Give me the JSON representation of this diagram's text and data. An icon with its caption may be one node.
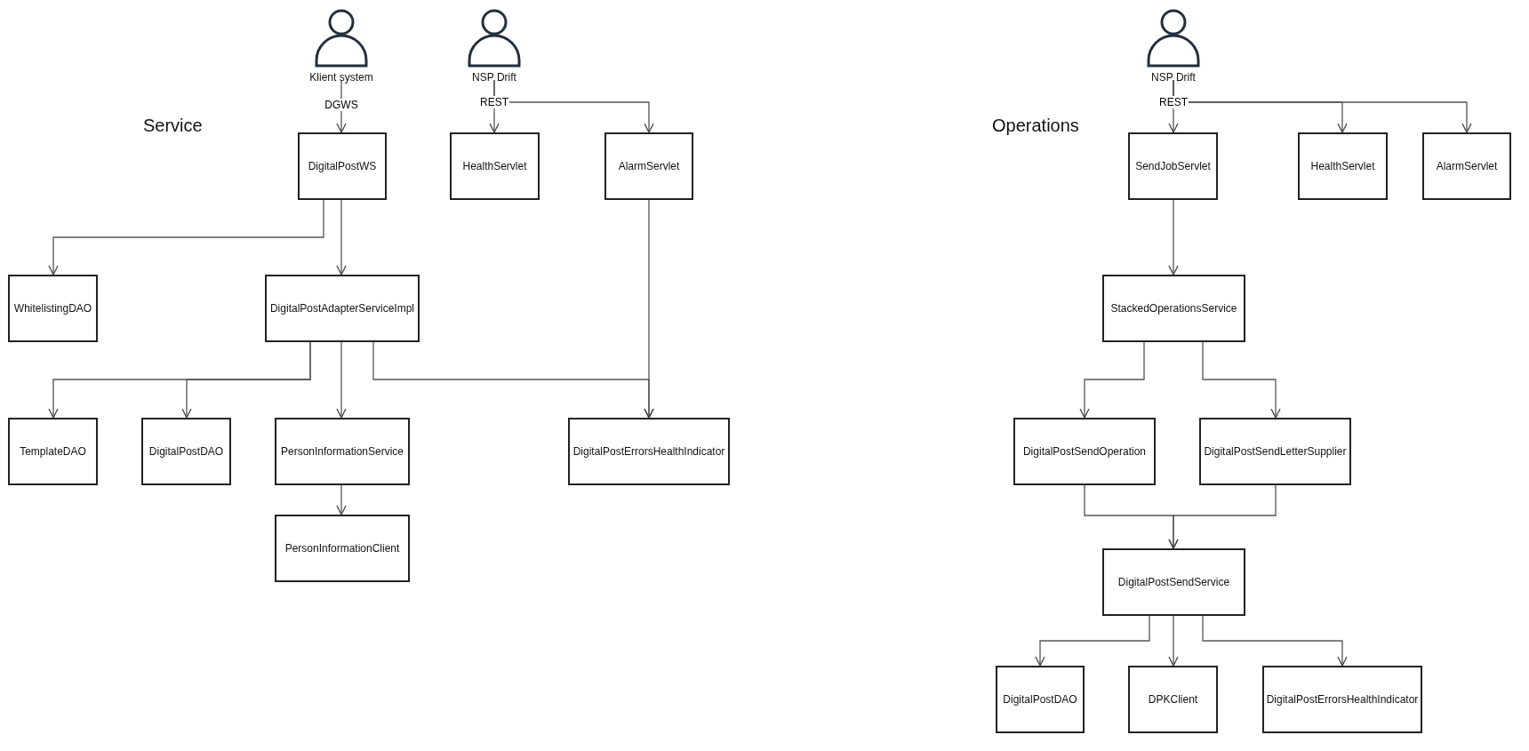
{
  "diagram": {
    "nodes": [
      {
        "text": [
          "Klient system"
        ]
      },
      {
        "text": [
          "NSP Drift"
        ]
      },
      {
        "text": [
          "NSP Drift"
        ]
      },
      {
        "text": [
          "DigitalPostWS"
        ]
      },
      {
        "text": [
          "HealthServlet"
        ]
      },
      {
        "text": [
          "AlarmServlet"
        ]
      },
      {
        "text": [
          "WhitelistingDAO"
        ]
      },
      {
        "text": [
          "DigitalPostAdapterServiceImpl"
        ]
      },
      {
        "text": [
          "TemplateDAO"
        ]
      },
      {
        "text": [
          "DigitalPostDAO"
        ]
      },
      {
        "text": [
          "PersonInformationService"
        ]
      },
      {
        "text": [
          "DigitalPostErrorsHealthIndicator"
        ]
      },
      {
        "text": [
          "PersonInformationClient"
        ]
      },
      {
        "text": [
          "SendJobServlet"
        ]
      },
      {
        "text": [
          "HealthServlet"
        ]
      },
      {
        "text": [
          "AlarmServlet"
        ]
      },
      {
        "text": [
          "StackedOperationsService"
        ]
      },
      {
        "text": [
          "DigitalPostSendOperation"
        ]
      },
      {
        "text": [
          "DigitalPostSendLetterSupplier"
        ]
      },
      {
        "text": [
          "DigitalPostSendService"
        ]
      },
      {
        "text": [
          "DigitalPostDAO"
        ]
      },
      {
        "text": [
          "DPKClient"
        ]
      },
      {
        "text": [
          "DigitalPostErrorsHealthIndicator"
        ]
      }
    ],
    "edges": [
      {
        "from": 0,
        "to": 3,
        "arrow": "to",
        "label": "DGWS"
      },
      {
        "from": 1,
        "to": 4,
        "arrow": "to",
        "label": "REST"
      },
      {
        "from": 1,
        "to": 5,
        "arrow": "to"
      },
      {
        "from": 3,
        "to": 6,
        "arrow": "to"
      },
      {
        "from": 3,
        "to": 7,
        "arrow": "to"
      },
      {
        "from": 7,
        "to": 8,
        "arrow": "to"
      },
      {
        "from": 7,
        "to": 9,
        "arrow": "to"
      },
      {
        "from": 7,
        "to": 10,
        "arrow": "to"
      },
      {
        "from": 7,
        "to": 11,
        "arrow": "to"
      },
      {
        "from": 5,
        "to": 11,
        "arrow": "to"
      },
      {
        "from": 10,
        "to": 12,
        "arrow": "to"
      },
      {
        "from": 2,
        "to": 13,
        "arrow": "to",
        "label": "REST"
      },
      {
        "from": 2,
        "to": 14,
        "arrow": "to"
      },
      {
        "from": 2,
        "to": 15,
        "arrow": "to"
      },
      {
        "from": 13,
        "to": 16,
        "arrow": "to"
      },
      {
        "from": 16,
        "to": 17,
        "arrow": "to"
      },
      {
        "from": 16,
        "to": 18,
        "arrow": "to"
      },
      {
        "from": 17,
        "to": 19,
        "arrow": "to"
      },
      {
        "from": 18,
        "to": 19,
        "arrow": "to"
      },
      {
        "from": 19,
        "to": 20,
        "arrow": "to"
      },
      {
        "from": 19,
        "to": 21,
        "arrow": "to"
      },
      {
        "from": 19,
        "to": 22,
        "arrow": "to"
      }
    ],
    "labels": [
      "Service",
      "Operations"
    ]
  }
}
